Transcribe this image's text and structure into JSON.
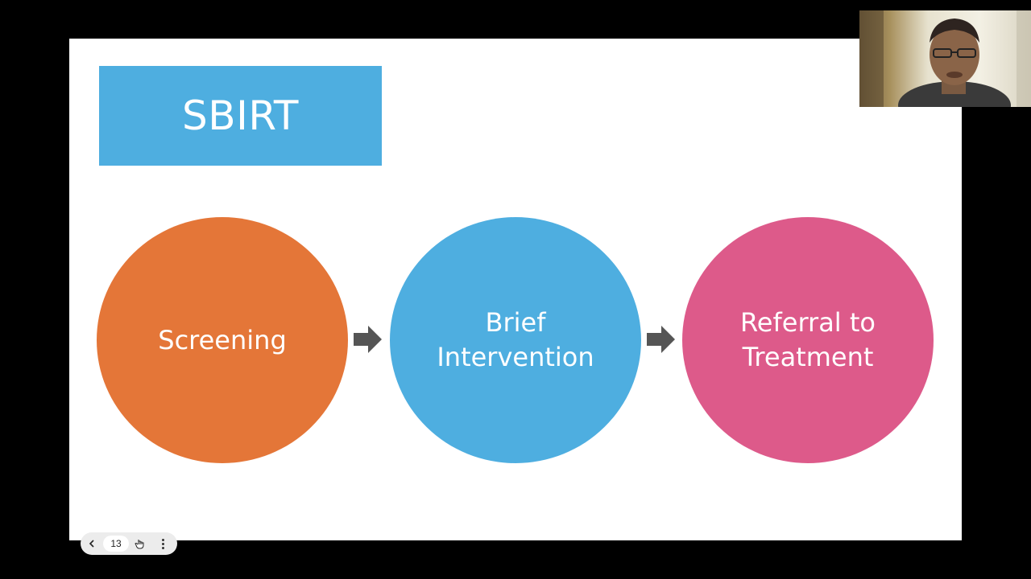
{
  "slide": {
    "title": "SBIRT",
    "steps": [
      {
        "label": "Screening",
        "color": "#e47638"
      },
      {
        "label": "Brief\nIntervention",
        "color": "#4eaee0"
      },
      {
        "label": "Referral to\nTreatment",
        "color": "#dd5a8a"
      }
    ],
    "arrow_color": "#555555",
    "title_bg": "#4eaee0"
  },
  "presenter_controls": {
    "page_number": "13",
    "prev_icon": "chevron-left-icon",
    "next_icon": "hand-cursor-icon",
    "menu_icon": "more-vertical-icon"
  },
  "webcam": {
    "icon": "person-video-feed"
  }
}
